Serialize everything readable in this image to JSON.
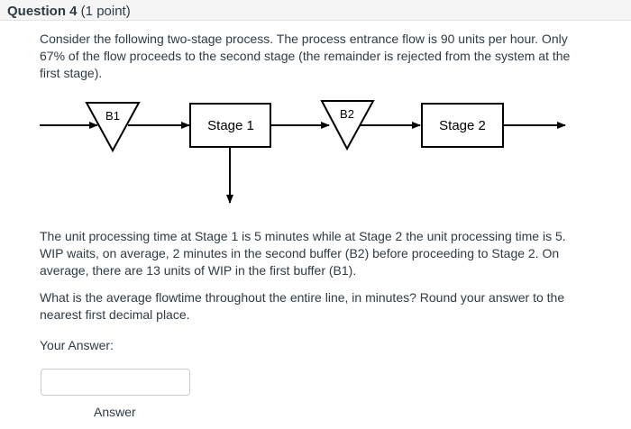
{
  "question": {
    "title": "Question 4",
    "points": " (1 point)"
  },
  "paragraphs": {
    "intro": "Consider the following two-stage process. The process entrance flow is 90 units per hour. Only 67% of the flow proceeds to the second stage (the remainder is rejected from the system at the first stage).",
    "details": "The unit processing time at Stage 1 is 5 minutes while at Stage 2 the unit processing time is 5. WIP waits, on average, 2 minutes in the second buffer (B2) before proceeding to Stage 2. On average, there are 13 units of WIP in the first buffer (B1).",
    "ask": "What is the average flowtime throughout the entire line, in minutes? Round your answer to the nearest first decimal place."
  },
  "diagram": {
    "buffer1_label": "B1",
    "stage1_label": "Stage 1",
    "buffer2_label": "B2",
    "stage2_label": "Stage 2"
  },
  "answer": {
    "prompt": "Your Answer:",
    "value": "",
    "placeholder": "",
    "label": "Answer"
  }
}
